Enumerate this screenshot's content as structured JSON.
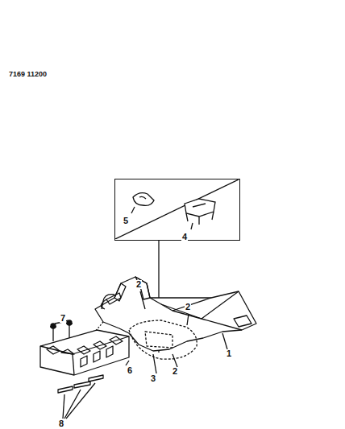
{
  "diagram": {
    "nodes": [
      {
        "text": [
          "5",
          "4"
        ]
      }
    ],
    "labels": [
      "7169 11200",
      "2",
      "2",
      "2",
      "1",
      "3",
      "6",
      "7",
      "8"
    ]
  }
}
